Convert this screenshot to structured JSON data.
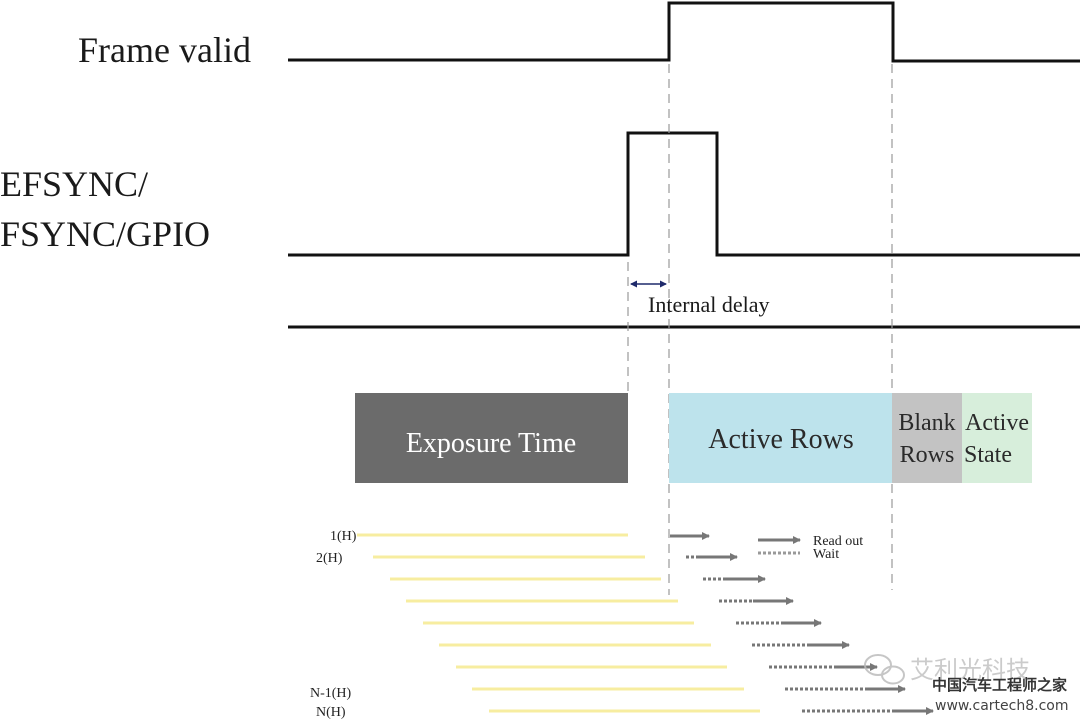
{
  "signals": {
    "frame_valid": "Frame valid",
    "efsync_line1": "EFSYNC/",
    "efsync_line2": "FSYNC/GPIO",
    "internal_delay": "Internal delay"
  },
  "phases": {
    "exposure": "Exposure Time",
    "active_rows": "Active Rows",
    "blank_line1": "Blank",
    "blank_line2": "Rows",
    "active_state_line1": "Active",
    "active_state_line2": "State"
  },
  "rows": {
    "first": "1(H)",
    "second": "2(H)",
    "second_last": "N-1(H)",
    "last": "N(H)"
  },
  "legend": {
    "read_out": "Read out",
    "wait": "Wait"
  },
  "watermark": {
    "brand": "艾利光科技",
    "site_cn": "中国汽车工程师之家",
    "site_url": "www.cartech8.com"
  },
  "colors": {
    "exposure": "#6b6b6b",
    "active_rows": "#bde3ec",
    "blank_rows": "#c3c3c3",
    "active_state": "#d7eedb",
    "row_bar": "#f7eda0",
    "arrow": "#777777",
    "delay_arrow": "#1f2a6b"
  }
}
